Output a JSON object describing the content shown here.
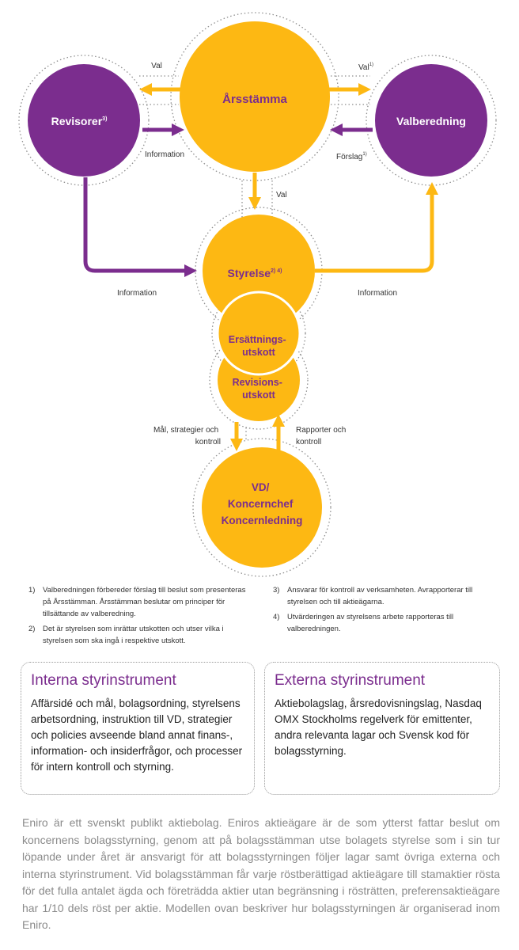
{
  "colors": {
    "yellow": "#FDB813",
    "purple": "#7B2D8E",
    "label": "#333333"
  },
  "nodes": {
    "arsstamma": "Årsstämma",
    "revisorer": "Revisorer",
    "revisorer_sup": "3)",
    "valberedning": "Valberedning",
    "styrelse": "Styrelse",
    "styrelse_sup": "2) 4)",
    "ersattning_line1": "Ersättnings-",
    "ersattning_line2": "utskott",
    "revision_line1": "Revisions-",
    "revision_line2": "utskott",
    "vd_line1": "VD/",
    "vd_line2": "Koncernchef",
    "vd_line3": "Koncernledning"
  },
  "edges": {
    "val_left": "Val",
    "val_right": "Val",
    "val_right_sup": "1)",
    "information_top": "Information",
    "forslag": "Förslag",
    "forslag_sup": "1)",
    "val_down": "Val",
    "information_left": "Information",
    "information_right": "Information",
    "mal_line1": "Mål, strategier och",
    "mal_line2": "kontroll",
    "rapporter_line1": "Rapporter och",
    "rapporter_line2": "kontroll"
  },
  "notes": [
    {
      "num": "1)",
      "text": "Valberedningen förbereder förslag till beslut som presenteras på Årsstämman. Årsstämman beslutar om principer för tillsättande av valberedning."
    },
    {
      "num": "2)",
      "text": "Det är styrelsen som inrättar utskotten och utser vilka i styrelsen som ska ingå i respektive utskott."
    },
    {
      "num": "3)",
      "text": "Ansvarar för kontroll av verksamheten. Avrapporterar till styrelsen och till aktieägarna."
    },
    {
      "num": "4)",
      "text": "Utvärderingen av styrelsens arbete rapporteras till valberedningen."
    }
  ],
  "boxes": {
    "interna": {
      "title": "Interna styrinstrument",
      "body": "Affärsidé och mål, bolagsordning, styrelsens arbetsordning, instruktion till VD, strategier och policies avseende bland annat finans-, information- och insiderfrågor, och processer för intern kontroll och styrning."
    },
    "externa": {
      "title": "Externa styrinstrument",
      "body": "Aktiebolagslag, årsredovisningslag, Nasdaq OMX Stockholms regelverk för emittenter, andra relevanta lagar och Svensk kod för bolagsstyrning."
    }
  },
  "footer": "Eniro är ett svenskt publikt aktiebolag. Eniros aktieägare är de som ytterst fattar beslut om koncernens bolagsstyrning, genom att på bolagsstämman utse bolagets styrelse som i sin tur löpande under året är ansvarigt för att bolagsstyrningen följer lagar samt övriga externa och interna styrinstrument. Vid bolagsstämman får varje röstberättigad aktieägare till stamaktier rösta för det fulla antalet ägda och företrädda aktier utan begränsning i rösträtten, preferensaktieägare har 1/10 dels röst per aktie. Modellen ovan beskriver hur bolagsstyrningen är organiserad inom Eniro."
}
